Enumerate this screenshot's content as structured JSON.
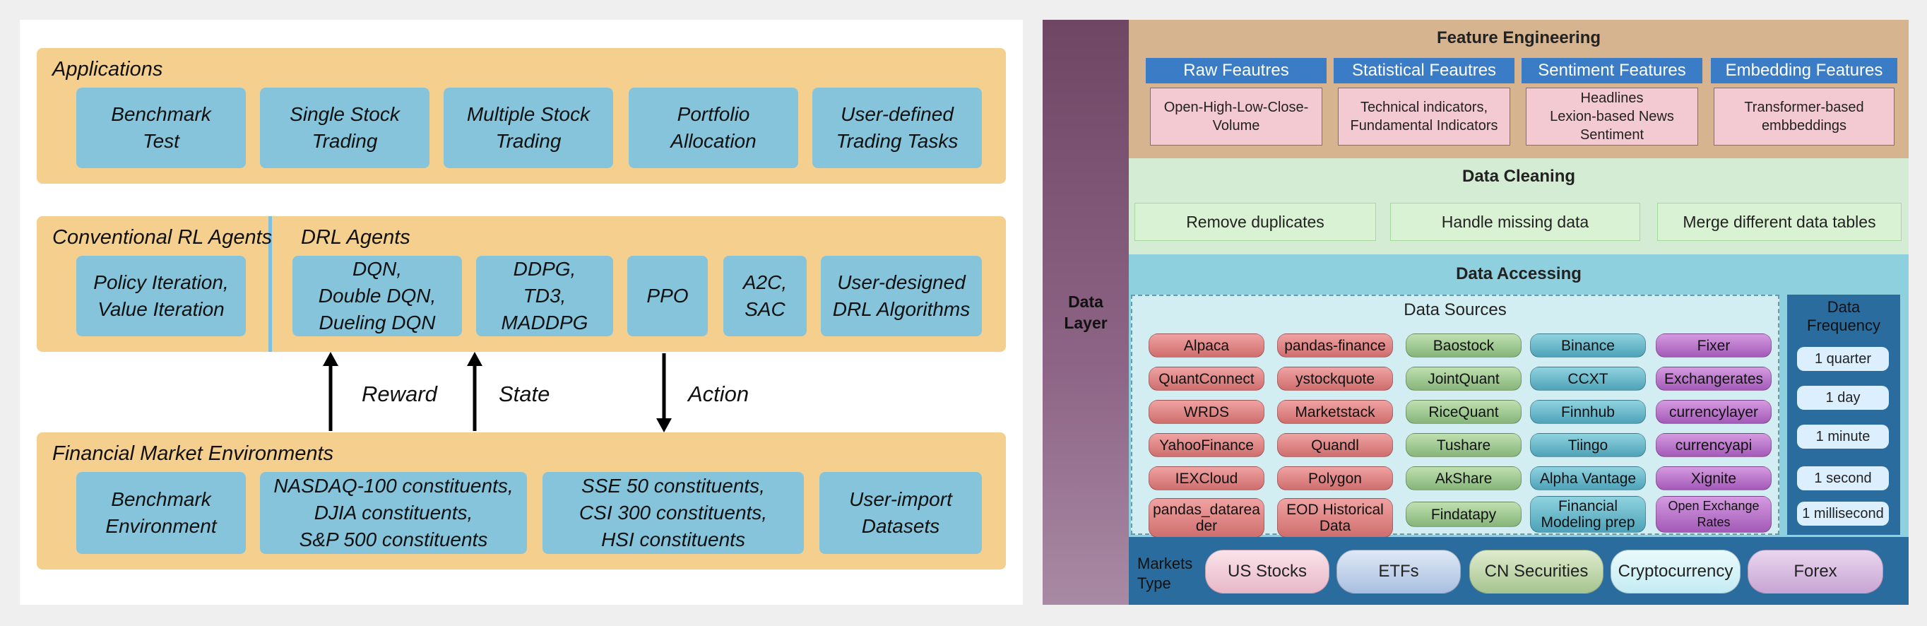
{
  "left": {
    "applications": {
      "title": "Applications",
      "items": [
        "Benchmark\nTest",
        "Single Stock\nTrading",
        "Multiple Stock\nTrading",
        "Portfolio\nAllocation",
        "User-defined\nTrading Tasks"
      ]
    },
    "conventional": {
      "title": "Conventional RL Agents",
      "items": [
        "Policy Iteration,\nValue Iteration"
      ]
    },
    "drl": {
      "title": "DRL Agents",
      "items": [
        "DQN,\nDouble DQN,\nDueling DQN",
        "DDPG,\nTD3,\nMADDPG",
        "PPO",
        "A2C,\nSAC",
        "User-designed\nDRL Algorithms"
      ]
    },
    "arrows": {
      "reward": "Reward",
      "state": "State",
      "action": "Action"
    },
    "environments": {
      "title": "Financial Market Environments",
      "items": [
        "Benchmark\nEnvironment",
        "NASDAQ-100 constituents,\nDJIA constituents,\nS&P 500 constituents",
        "SSE 50 constituents,\nCSI 300 constituents,\nHSI constituents",
        "User-import\nDatasets"
      ]
    }
  },
  "right": {
    "data_layer": "Data\nLayer",
    "feature_engineering": {
      "title": "Feature Engineering",
      "headers": [
        "Raw Feautres",
        "Statistical Feautres",
        "Sentiment Features",
        "Embedding Features"
      ],
      "boxes": [
        "Open-High-Low-Close-\nVolume",
        "Technical indicators,\nFundamental Indicators",
        "Headlines\nLexion-based News\nSentiment",
        "Transformer-based\nembbeddings"
      ]
    },
    "data_cleaning": {
      "title": "Data Cleaning",
      "items": [
        "Remove duplicates",
        "Handle missing data",
        "Merge different data tables"
      ]
    },
    "data_accessing": {
      "title": "Data Accessing",
      "sources_title": "Data Sources",
      "columns": [
        [
          "Alpaca",
          "QuantConnect",
          "WRDS",
          "YahooFinance",
          "IEXCloud",
          "pandas_datarea\nder"
        ],
        [
          "pandas-finance",
          "ystockquote",
          "Marketstack",
          "Quandl",
          "Polygon",
          "EOD Historical\nData"
        ],
        [
          "Baostock",
          "JointQuant",
          "RiceQuant",
          "Tushare",
          "AkShare",
          "Findatapy"
        ],
        [
          "Binance",
          "CCXT",
          "Finnhub",
          "Tiingo",
          "Alpha Vantage",
          "Financial\nModeling prep"
        ],
        [
          "Fixer",
          "Exchangerates",
          "currencylayer",
          "currencyapi",
          "Xignite",
          "Open Exchange\nRates"
        ]
      ],
      "frequency_title": "Data\nFrequency",
      "frequencies": [
        "1 quarter",
        "1 day",
        "1 minute",
        "1 second",
        "1 millisecond"
      ]
    },
    "markets": {
      "label": "Markets\nType",
      "items": [
        "US Stocks",
        "ETFs",
        "CN Securities",
        "Cryptocurrency",
        "Forex"
      ]
    }
  },
  "colors": {
    "band": "#f4cf8e",
    "box": "#85c4da",
    "feature_header": "#3a7cc6",
    "feature_box": "#f3c9d2",
    "cleaning": "#d5ecd4",
    "accessing": "#8fd0df",
    "markets": "#2b6c9e"
  }
}
